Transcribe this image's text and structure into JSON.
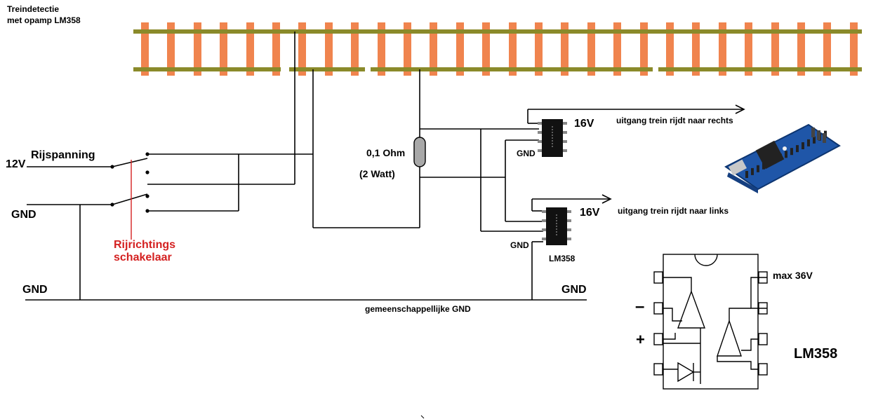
{
  "title": {
    "line1": "Treindetectie",
    "line2": "met opamp LM358"
  },
  "labels": {
    "v12": "12V",
    "rijspanning": "Rijspanning",
    "gnd_left": "GND",
    "switch_line1": "Rijrichtings",
    "switch_line2": "schakelaar",
    "gnd_bottom_left": "GND",
    "gnd_bottom_right": "GND",
    "common_gnd": "gemeenschappellijke GND",
    "resistor_value": "0,1 Ohm",
    "resistor_power": "(2 Watt)",
    "chip1_supply": "16V",
    "chip1_gnd": "GND",
    "chip2_supply": "16V",
    "chip2_gnd": "GND",
    "chip2_name": "LM358",
    "output_right": "uitgang trein rijdt naar rechts",
    "output_left": "uitgang trein rijdt naar links",
    "max_voltage": "max 36V",
    "minus": "–",
    "plus": "+",
    "pinout_name": "LM358"
  },
  "colors": {
    "rail": "#8a8a2a",
    "sleeper": "#f0844e",
    "switch_line": "#d42020",
    "wire": "#000000",
    "arduino_board": "#1f56a8",
    "resistor": "#a8a8a8"
  },
  "icons": {
    "track": "railway-track-icon",
    "arduino": "arduino-nano-icon",
    "chip": "dip8-chip-icon",
    "resistor": "resistor-icon",
    "switch": "dpdt-switch-icon"
  }
}
